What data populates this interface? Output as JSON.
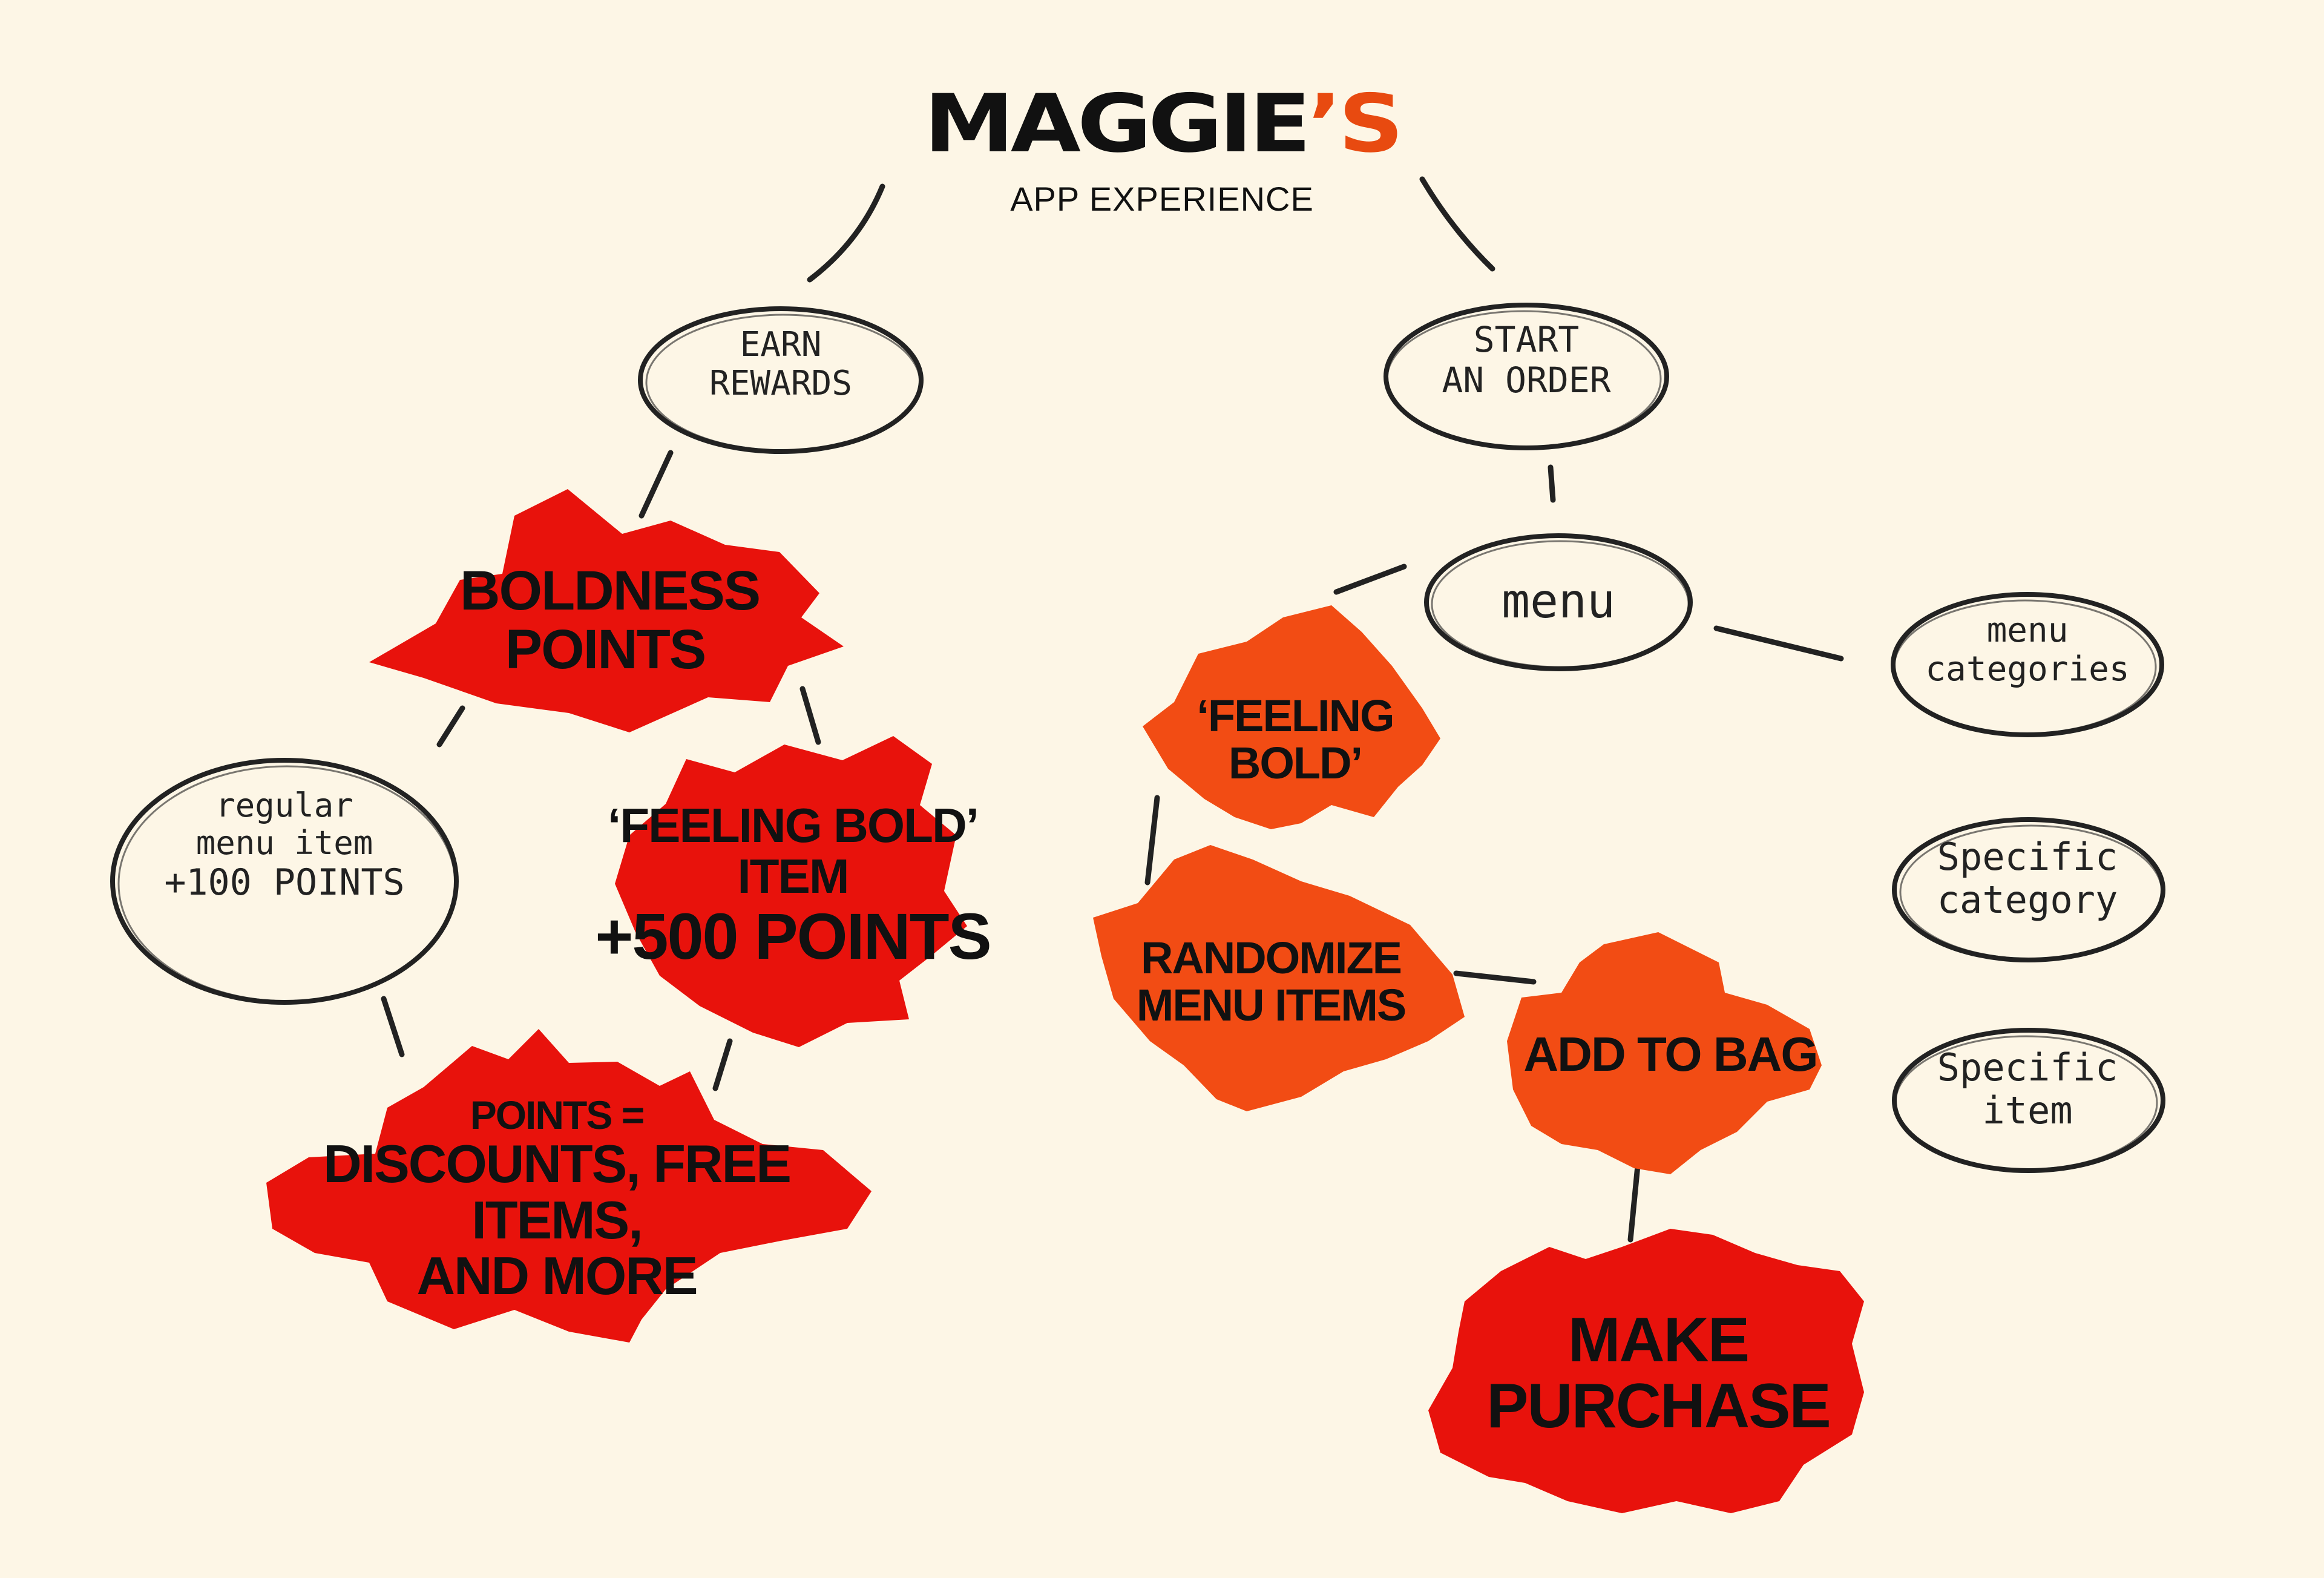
{
  "header": {
    "brand": "MAGGIE",
    "brand_apostrophe_s": "’S",
    "subtitle": "APP EXPERIENCE"
  },
  "nodes": {
    "earn_rewards": [
      "EARN",
      "REWARDS"
    ],
    "start_order": [
      "START",
      "AN ORDER"
    ],
    "menu": "menu",
    "menu_categories": [
      "menu",
      "categories"
    ],
    "specific_category": [
      "Specific",
      "category"
    ],
    "specific_item": [
      "Specific",
      "item"
    ],
    "regular_item": [
      "regular",
      "menu item",
      "+100 POINTS"
    ],
    "boldness_points": [
      "BOLDNESS",
      "POINTS"
    ],
    "feeling_bold_item": [
      "‘FEELING BOLD’ ITEM",
      "+500 POINTS"
    ],
    "points_equal": [
      "POINTS =",
      "DISCOUNTS, FREE ITEMS,",
      "AND MORE"
    ],
    "feeling_bold": "‘FEELING BOLD’",
    "randomize": [
      "RANDOMIZE",
      "MENU ITEMS"
    ],
    "add_to_bag": "ADD TO BAG",
    "make_purchase": [
      "MAKE",
      "PURCHASE"
    ]
  },
  "colors": {
    "background": "#fdf6e6",
    "blob_red": "#e8120c",
    "blob_orange": "#f24c14",
    "accent_apostrophe": "#e84a10",
    "ink": "#222222"
  }
}
